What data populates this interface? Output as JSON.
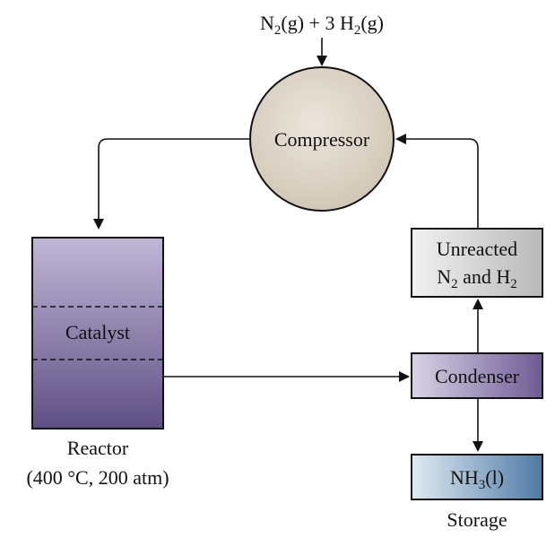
{
  "feed": {
    "n2": "N",
    "n2_sub": "2",
    "n2_state": "(g) + 3 H",
    "h2_sub": "2",
    "h2_state": "(g)"
  },
  "compressor": {
    "label": "Compressor"
  },
  "reactor": {
    "inner_label": "Catalyst",
    "name": "Reactor",
    "conditions": "(400 °C, 200 atm)"
  },
  "unreacted": {
    "line1": "Unreacted",
    "line2_n": "N",
    "line2_n_sub": "2",
    "line2_and": " and H",
    "line2_h_sub": "2"
  },
  "condenser": {
    "label": "Condenser"
  },
  "storage": {
    "formula_nh": "NH",
    "formula_sub": "3",
    "formula_state": "(l)",
    "label": "Storage"
  },
  "colors": {
    "compressor_fill": "#d8cfc0",
    "reactor_top": "#c0b6d6",
    "reactor_bottom": "#5e5084",
    "condenser_light": "#d9d4e6",
    "condenser_dark": "#6d5b94",
    "unreacted_light": "#f1f1f1",
    "unreacted_dark": "#b9b9b9",
    "storage_light": "#e1ebf3",
    "storage_dark": "#4e7aa5"
  }
}
